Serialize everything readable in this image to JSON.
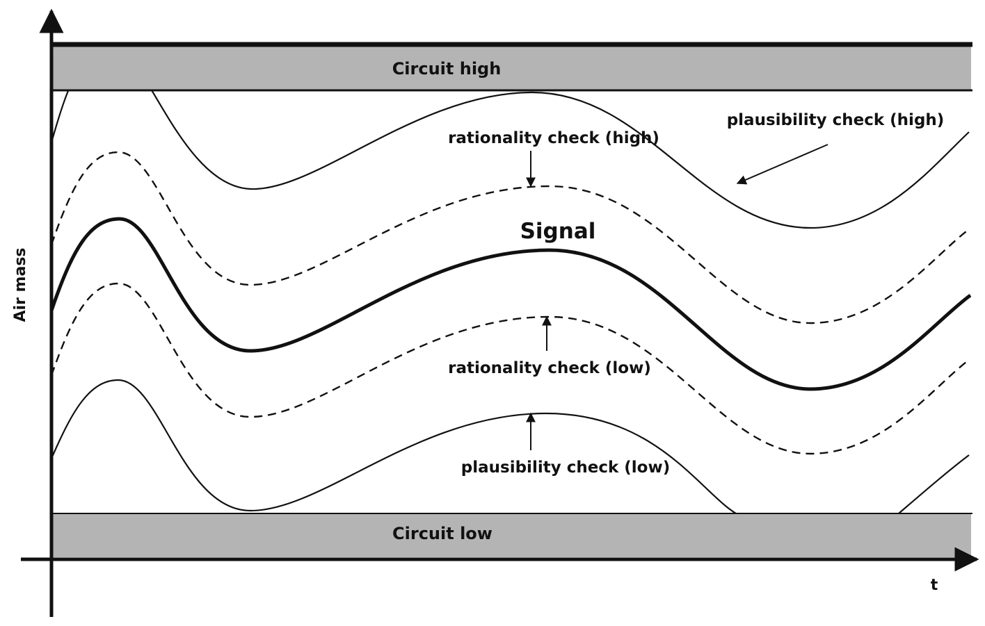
{
  "diagram": {
    "y_axis_label": "Air mass",
    "x_axis_label": "t",
    "bands": {
      "high": "Circuit high",
      "low": "Circuit low"
    },
    "signal_label": "Signal",
    "annotations": {
      "rationality_high": "rationality check (high)",
      "rationality_low": "rationality check (low)",
      "plausibility_high": "plausibility check (high)",
      "plausibility_low": "plausibility check (low)"
    },
    "colors": {
      "band_fill": "#b4b4b4",
      "line": "#111111",
      "background": "#ffffff"
    }
  }
}
